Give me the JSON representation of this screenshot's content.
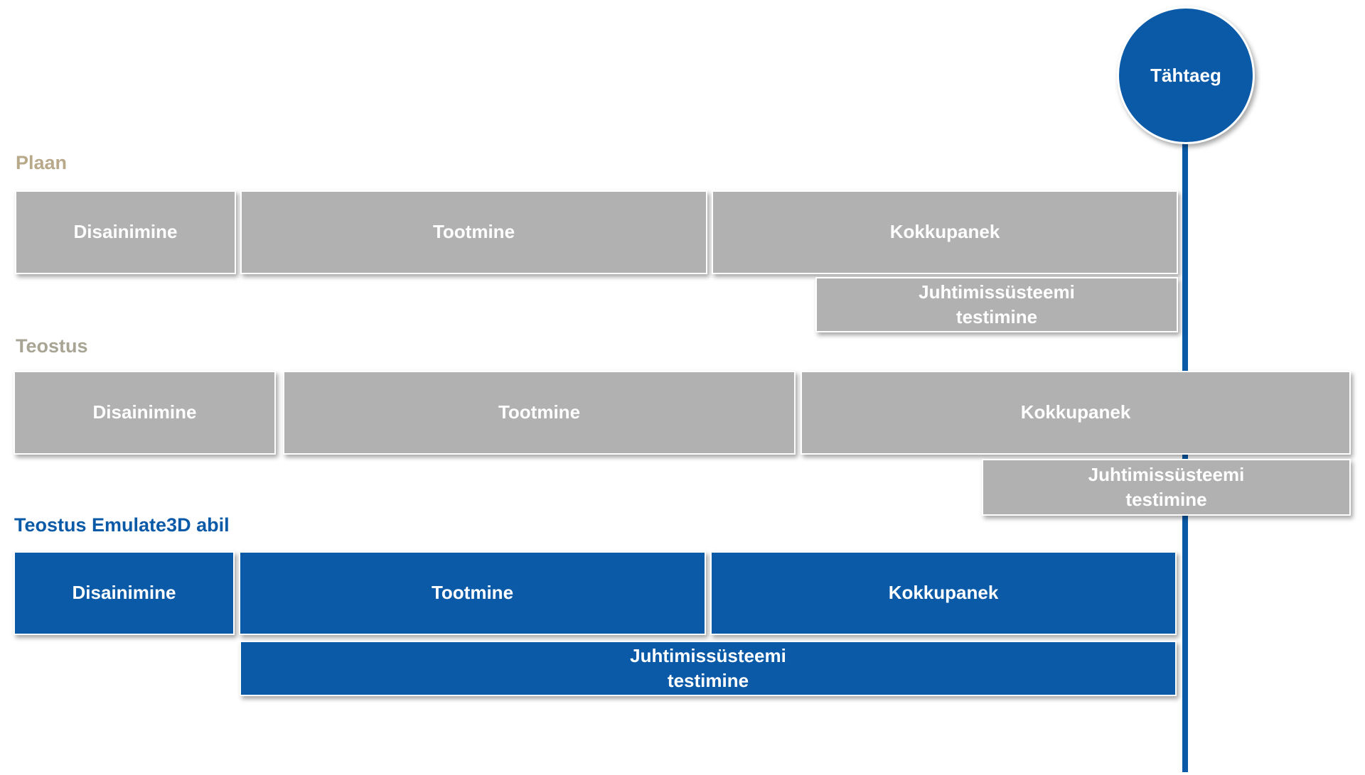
{
  "deadline": {
    "label": "Tähtaeg",
    "color": "#0b5aa7"
  },
  "colors": {
    "grey_task": "#b1b1b1",
    "blue_task": "#0b5aa7",
    "plan_label": "#b8a98a",
    "teostus_label": "#a8a595",
    "emulate_label": "#0b5aa7"
  },
  "plan": {
    "label": "Plaan",
    "tasks": {
      "design": "Disainimine",
      "production": "Tootmine",
      "assembly": "Kokkupanek",
      "testing": "Juhtimissüsteemi\ntestimine"
    }
  },
  "teostus": {
    "label": "Teostus",
    "tasks": {
      "design": "Disainimine",
      "production": "Tootmine",
      "assembly": "Kokkupanek",
      "testing": "Juhtimissüsteemi\ntestimine"
    }
  },
  "emulate": {
    "label": "Teostus Emulate3D abil",
    "tasks": {
      "design": "Disainimine",
      "production": "Tootmine",
      "assembly": "Kokkupanek",
      "testing": "Juhtimissüsteemi\ntestimine"
    }
  }
}
